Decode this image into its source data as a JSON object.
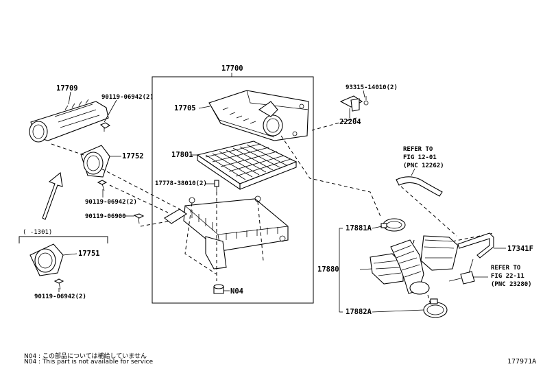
{
  "labels": {
    "p17700": "17700",
    "p17709": "17709",
    "p90119_06942_a": "90119-06942(2)",
    "p17752": "17752",
    "p90119_06942_b": "90119-06942(2)",
    "p90119_06900": "90119-06900",
    "p1301": "(    -1301)",
    "p17751": "17751",
    "p90119_06942_c": "90119-06942(2)",
    "p17705": "17705",
    "p17801": "17801",
    "p17778": "17778-38010(2)",
    "pN04": "N04",
    "p93315": "93315-14010(2)",
    "p22204": "22204",
    "ref1_a": "REFER TO",
    "ref1_b": "FIG 12-01",
    "ref1_c": "(PNC 12262)",
    "p17881A": "17881A",
    "p17880": "17880",
    "p17882A": "17882A",
    "p17341F": "17341F",
    "ref2_a": "REFER TO",
    "ref2_b": "FIG 22-11",
    "ref2_c": "(PNC 23280)"
  },
  "notes": {
    "jp": "N04 : この部品については補給していません",
    "en": "N04 : This part is not available for service",
    "figure_id": "177971A"
  }
}
